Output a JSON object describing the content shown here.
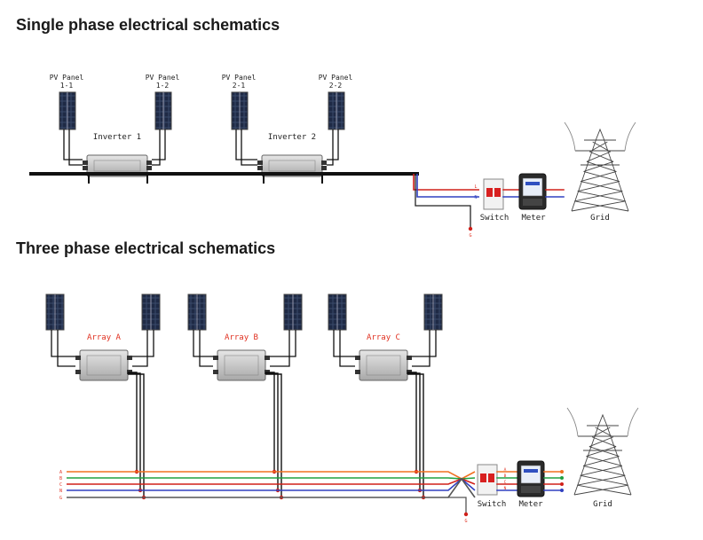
{
  "single_phase": {
    "title": "Single phase electrical schematics",
    "panels": [
      "PV Panel\n1-1",
      "PV Panel\n1-2",
      "PV Panel\n2-1",
      "PV Panel\n2-2"
    ],
    "inverters": [
      "Inverter 1",
      "Inverter 2"
    ],
    "line_labels": [
      "L",
      "N",
      "G"
    ],
    "switch_label": "Switch",
    "meter_label": "Meter",
    "grid_label": "Grid"
  },
  "three_phase": {
    "title": "Three phase electrical schematics",
    "arrays": [
      "Array A",
      "Array B",
      "Array C"
    ],
    "line_labels": [
      "A",
      "B",
      "C",
      "N",
      "G"
    ],
    "switch_label": "Switch",
    "meter_label": "Meter",
    "grid_label": "Grid",
    "ground_label": "G"
  },
  "colors": {
    "phase_a": "#f07020",
    "phase_b": "#20a040",
    "phase_c": "#d0201a",
    "neutral": "#3040c0",
    "ground": "#555555",
    "line_l": "#d0201a",
    "label_red": "#e03020"
  }
}
